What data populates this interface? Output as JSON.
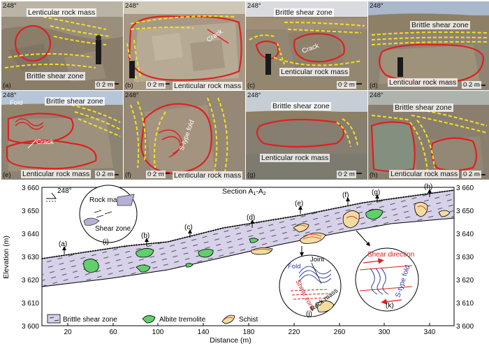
{
  "photos": [
    {
      "id": "a",
      "panel_label": "(a)",
      "azimuth": "248°",
      "labels": [
        "Lenticular rock mass",
        "Brittle shear zone"
      ],
      "scale": "0  2 m",
      "sky": "#b7b3a6",
      "ground": "#8a7e6e"
    },
    {
      "id": "b",
      "panel_label": "(b)",
      "azimuth": "248°",
      "labels": [
        "Crack",
        "Lenticular rock mass"
      ],
      "scale": "0  2 m",
      "sky": "#c9c2b4",
      "ground": "#9b8d7a"
    },
    {
      "id": "c",
      "panel_label": "(c)",
      "azimuth": "248°",
      "labels": [
        "Brittle shear zone",
        "Crack",
        "Lenticular rock mass"
      ],
      "scale": "0  2 m",
      "sky": "#d6d7dc",
      "ground": "#8f8371"
    },
    {
      "id": "d",
      "panel_label": "(d)",
      "azimuth": "248°",
      "labels": [
        "Brittle shear zone",
        "Lenticular rock mass"
      ],
      "scale": "0  2 m",
      "sky": "#a8b7c9",
      "ground": "#8c8374"
    },
    {
      "id": "e",
      "panel_label": "(e)",
      "azimuth": "248°",
      "labels": [
        "Fold",
        "Brittle shear zone",
        "Crack",
        "Lenticular rock mass"
      ],
      "scale": "0  2 m",
      "sky": "#b6c4d6",
      "ground": "#8d8373"
    },
    {
      "id": "f",
      "panel_label": "(f)",
      "azimuth": "248°",
      "labels": [
        "S-type fold",
        "Lenticular rock mass"
      ],
      "scale": "0  2 m",
      "sky": "#a9a193",
      "ground": "#918574"
    },
    {
      "id": "g",
      "panel_label": "(g)",
      "azimuth": "248°",
      "labels": [
        "Brittle shear zone",
        "Lenticular rock mass"
      ],
      "scale": "0  2 m",
      "sky": "#c5cbd2",
      "ground": "#858072"
    },
    {
      "id": "h",
      "panel_label": "(h)",
      "azimuth": "248°",
      "labels": [
        "Brittle shear zone",
        "Lenticular rock mass"
      ],
      "scale": "0  2 m",
      "sky": "#adb3ac",
      "ground": "#8c8070"
    }
  ],
  "section": {
    "title": "Section A",
    "title_sub1": "1",
    "title_dash": "-A",
    "title_sub2": "2",
    "azimuth": "248°",
    "ylabel": "Elevation (m)",
    "xlabel": "Distance (m)",
    "y_ticks": [
      "3 660",
      "3 650",
      "3 640",
      "3 630",
      "3 620",
      "3 610",
      "3 600"
    ],
    "x_ticks": [
      "20",
      "60",
      "100",
      "140",
      "180",
      "220",
      "260",
      "300",
      "340"
    ],
    "site_labels": [
      "(a)",
      "(b)",
      "(c)",
      "(d)",
      "(e)",
      "(f)",
      "(g)",
      "(h)"
    ],
    "inset_i": {
      "label": "(i)",
      "rock": "Rock mass",
      "shear": "Shear zone"
    },
    "inset_j": {
      "label": "(j)",
      "fold": "Fold",
      "joint": "Joint",
      "shear": "Shear zone",
      "rock": "Rock mass"
    },
    "inset_k": {
      "label": "(k)",
      "shear_dir": "Shear direction",
      "sfold": "S-type fold"
    },
    "legend": [
      "Brittle shear zone",
      "Albite tremolite",
      "Schist"
    ],
    "colors": {
      "band": "#d8d1ea",
      "albite": "#5fd06a",
      "schist": "#f3dca0",
      "red": "#d92020"
    }
  }
}
